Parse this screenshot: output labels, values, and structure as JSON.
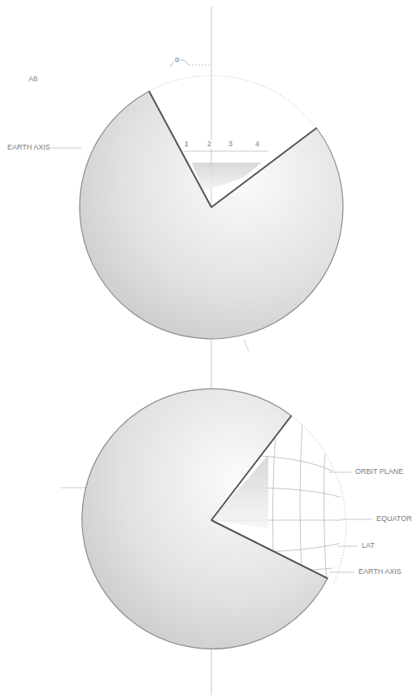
{
  "diagram": {
    "labels": [
      "A8",
      "α",
      "EARTH AXIS",
      "1",
      "2",
      "3",
      "4",
      "ORBIT PLANE",
      "EQUATOR",
      "LAT",
      "EARTH AXIS"
    ]
  }
}
